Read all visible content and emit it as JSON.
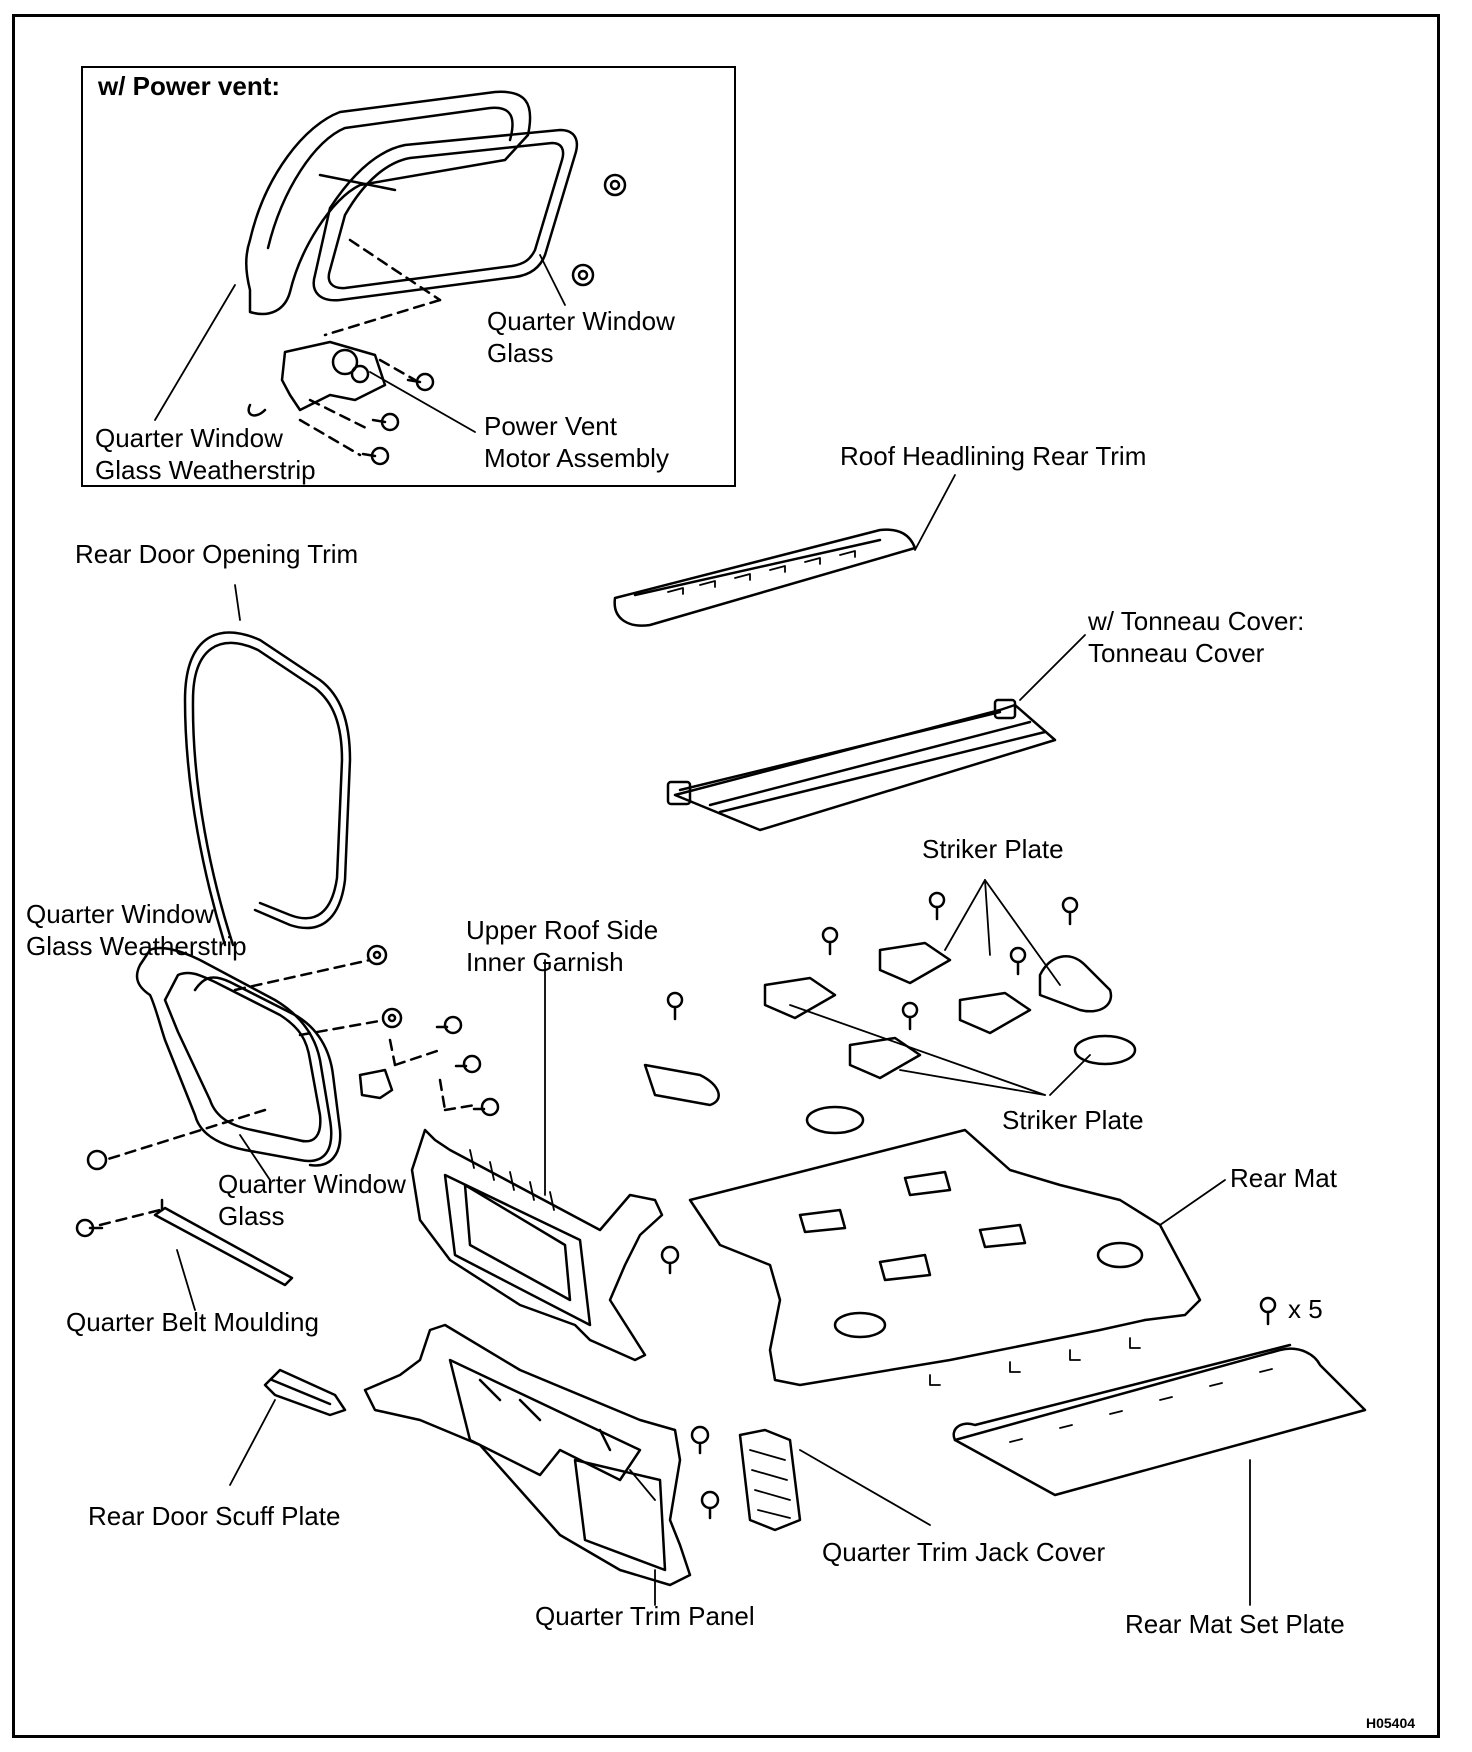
{
  "inset": {
    "title": "w/ Power vent:",
    "labels": {
      "quarter_window_glass": [
        "Quarter Window",
        "Glass"
      ],
      "power_vent_motor": [
        "Power Vent",
        "Motor Assembly"
      ],
      "weatherstrip": [
        "Quarter Window",
        "Glass Weatherstrip"
      ]
    }
  },
  "labels": {
    "roof_headlining": "Roof Headlining Rear Trim",
    "rear_door_opening_trim": "Rear Door Opening Trim",
    "tonneau_cover": [
      "w/ Tonneau Cover:",
      "Tonneau Cover"
    ],
    "striker_plate_top": "Striker Plate",
    "quarter_window_weatherstrip": [
      "Quarter Window",
      "Glass Weatherstrip"
    ],
    "upper_roof_side": [
      "Upper Roof Side",
      "Inner Garnish"
    ],
    "striker_plate_bottom": "Striker Plate",
    "rear_mat": "Rear Mat",
    "quarter_window_glass": [
      "Quarter Window",
      "Glass"
    ],
    "quarter_belt_moulding": "Quarter Belt Moulding",
    "x5": "x 5",
    "rear_door_scuff_plate": "Rear Door Scuff Plate",
    "quarter_trim_jack_cover": "Quarter Trim Jack Cover",
    "quarter_trim_panel": "Quarter Trim Panel",
    "rear_mat_set_plate": "Rear Mat Set Plate"
  },
  "figure_code": "H05404"
}
